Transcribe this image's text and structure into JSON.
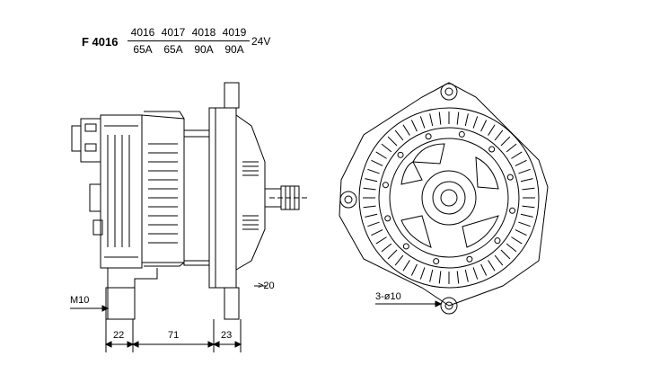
{
  "model": "F 4016",
  "variants": [
    {
      "code": "4016",
      "current": "65A"
    },
    {
      "code": "4017",
      "current": "65A"
    },
    {
      "code": "4018",
      "current": "90A"
    },
    {
      "code": "4019",
      "current": "90A"
    }
  ],
  "voltage": "24V",
  "dimensions": {
    "thread": "M10",
    "d1": "22",
    "d2": "71",
    "d3": "23",
    "flange": ">20",
    "holes": "3-ø10"
  },
  "colors": {
    "line": "#000000",
    "background": "#ffffff"
  }
}
